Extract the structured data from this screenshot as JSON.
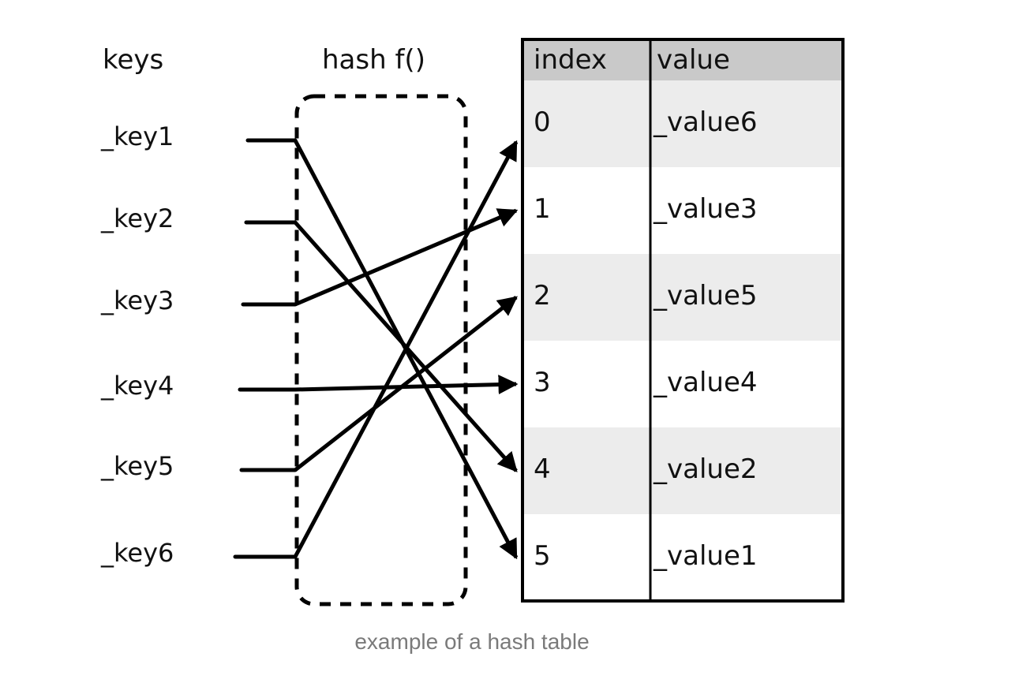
{
  "headers": {
    "keys": "keys",
    "hash": "hash f()"
  },
  "keys": [
    "_key1",
    "_key2",
    "_key3",
    "_key4",
    "_key5",
    "_key6"
  ],
  "table": {
    "columns": [
      "index",
      "value"
    ],
    "rows": [
      {
        "index": "0",
        "value": "_value6"
      },
      {
        "index": "1",
        "value": "_value3"
      },
      {
        "index": "2",
        "value": "_value5"
      },
      {
        "index": "3",
        "value": "_value4"
      },
      {
        "index": "4",
        "value": "_value2"
      },
      {
        "index": "5",
        "value": "_value1"
      }
    ]
  },
  "mapping": [
    {
      "key": "_key1",
      "index": 5
    },
    {
      "key": "_key2",
      "index": 4
    },
    {
      "key": "_key3",
      "index": 1
    },
    {
      "key": "_key4",
      "index": 3
    },
    {
      "key": "_key5",
      "index": 2
    },
    {
      "key": "_key6",
      "index": 0
    }
  ],
  "caption": "example of a hash table",
  "colors": {
    "header_bg": "#c9c9c9",
    "row_shaded": "#ececec",
    "row_plain": "#ffffff",
    "line": "#000000",
    "caption": "#7a7a7a"
  }
}
